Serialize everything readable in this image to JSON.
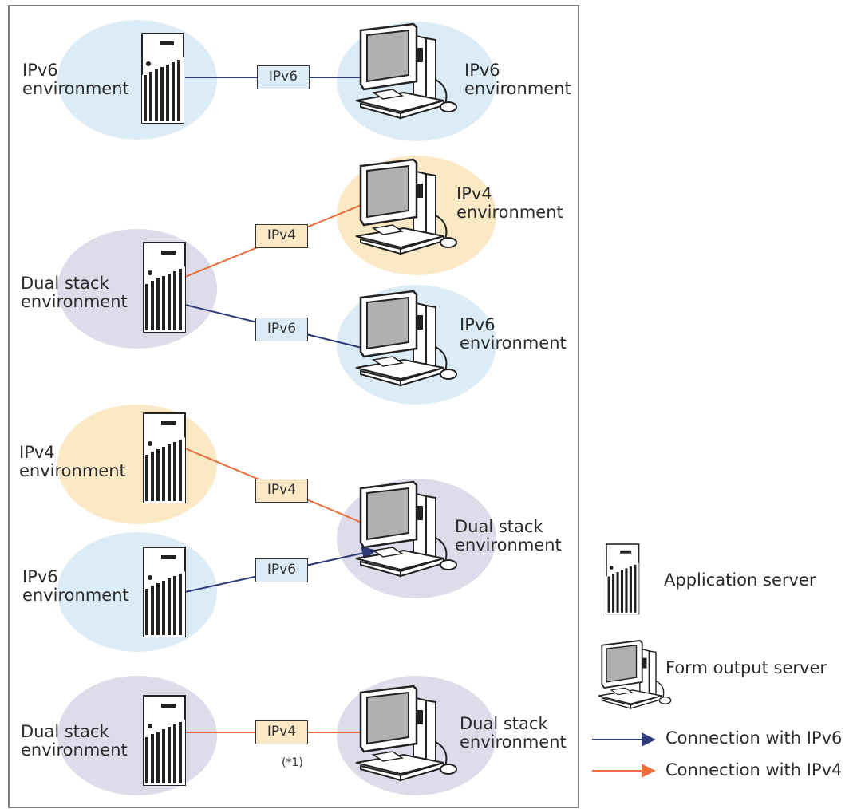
{
  "colors": {
    "ipv6_env": "#dcecf7",
    "ipv4_env": "#fbe9c6",
    "dual_env": "#dcdcea",
    "ipv6_line": "#2e3a7a",
    "ipv4_line": "#ec6c3a",
    "ipv6_label_box": "#dcecf7",
    "ipv4_label_box": "#fbe9c6"
  },
  "icons": {
    "app_server": "server-tower-icon",
    "form_server": "desktop-computer-icon"
  },
  "labels": {
    "ipv6_env": [
      "IPv6",
      "environment"
    ],
    "ipv4_env": [
      "IPv4",
      "environment"
    ],
    "dual_env": [
      "Dual stack",
      "environment"
    ],
    "ipv6": "IPv6",
    "ipv4": "IPv4",
    "note": "(*1)"
  },
  "legend": {
    "app_server": "Application server",
    "form_server": "Form output server",
    "conn_ipv6": "Connection with IPv6",
    "conn_ipv4": "Connection with IPv4"
  }
}
